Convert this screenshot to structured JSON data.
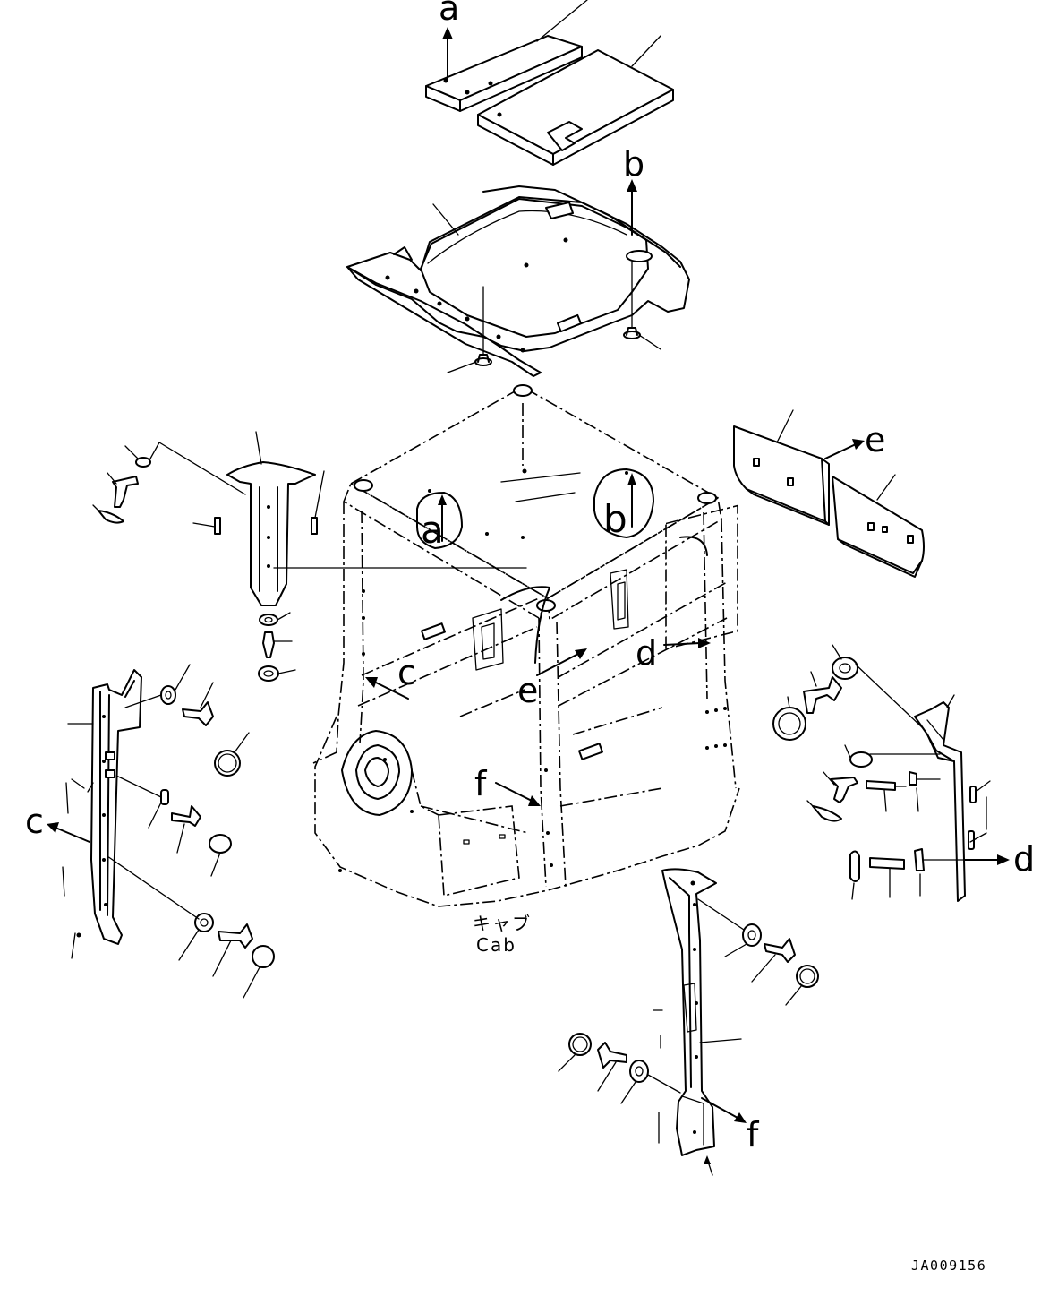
{
  "callouts": {
    "a": "a",
    "b": "b",
    "c": "c",
    "d": "d",
    "e": "e",
    "f": "f"
  },
  "cab_label_jp": "キャブ",
  "cab_label_en": "Cab",
  "drawing_code": "JA009156"
}
